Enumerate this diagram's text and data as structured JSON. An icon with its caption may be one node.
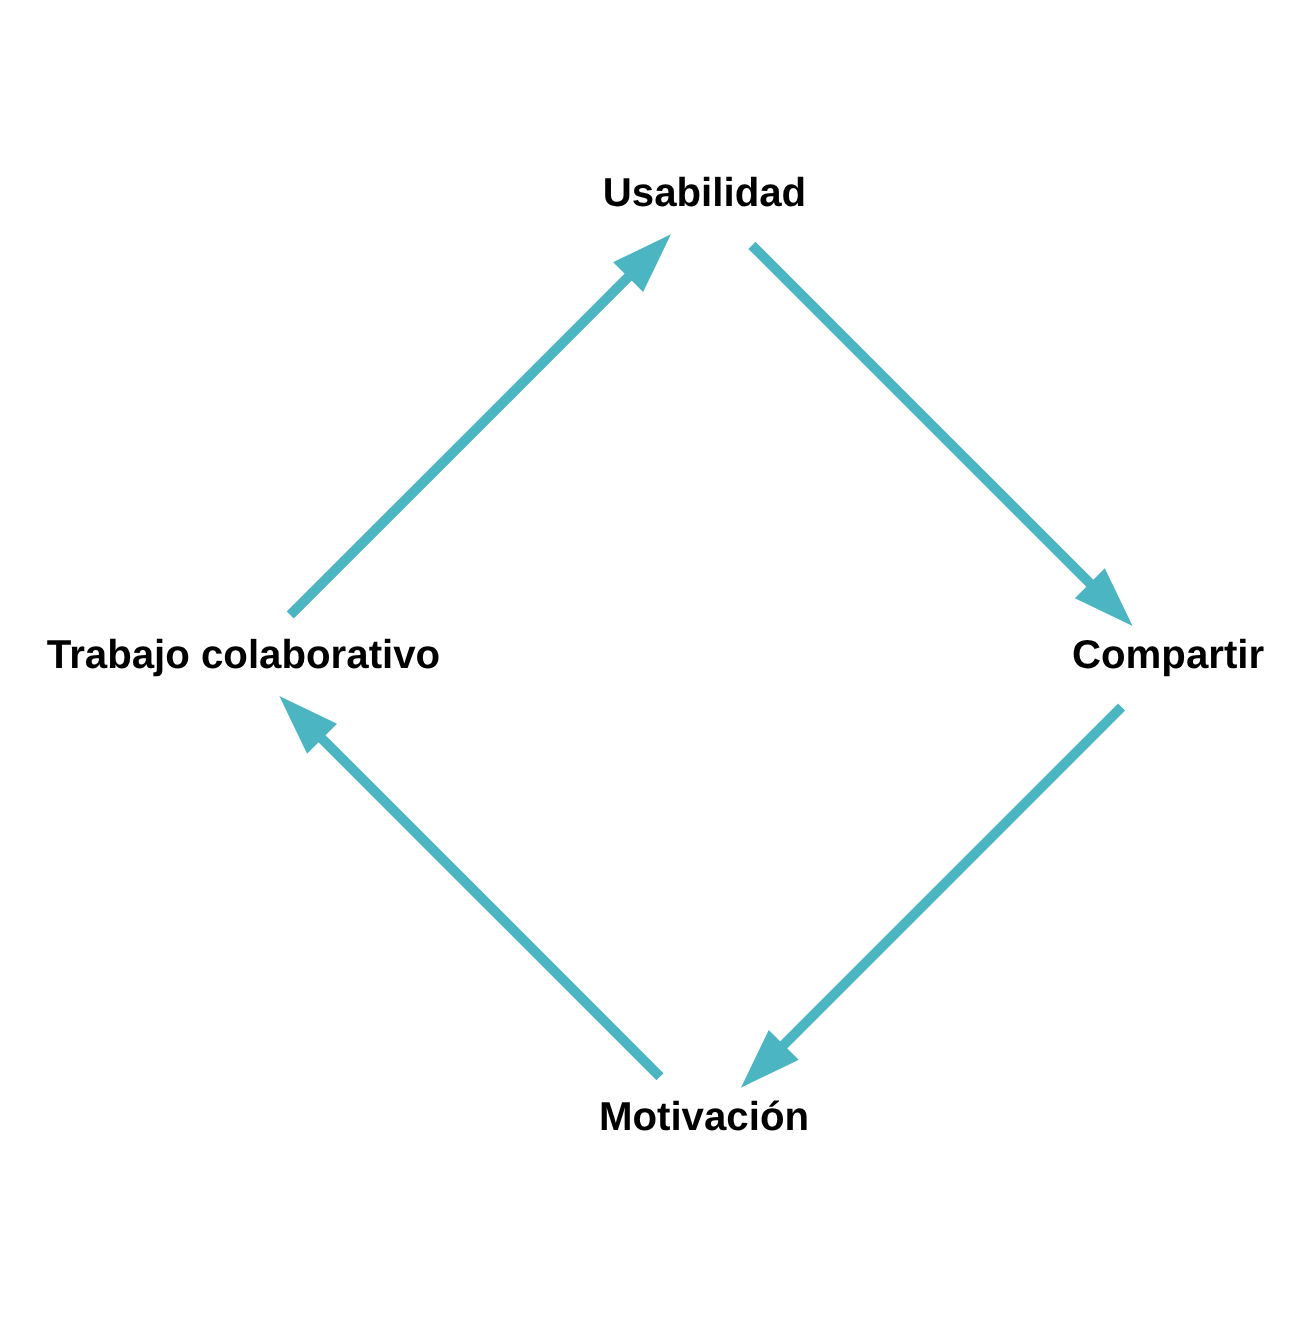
{
  "diagram": {
    "nodes": [
      {
        "text": [
          "Motivación"
        ]
      },
      {
        "text": [
          "Trabajo colaborativo"
        ]
      },
      {
        "text": [
          "Usabilidad"
        ]
      },
      {
        "text": [
          "Compartir"
        ]
      }
    ],
    "edges": [
      {
        "from": 0,
        "to": 1,
        "arrow": "to"
      },
      {
        "from": 1,
        "to": 2,
        "arrow": "to"
      },
      {
        "from": 2,
        "to": 3,
        "arrow": "to"
      },
      {
        "from": 3,
        "to": 0,
        "arrow": "to"
      }
    ]
  }
}
